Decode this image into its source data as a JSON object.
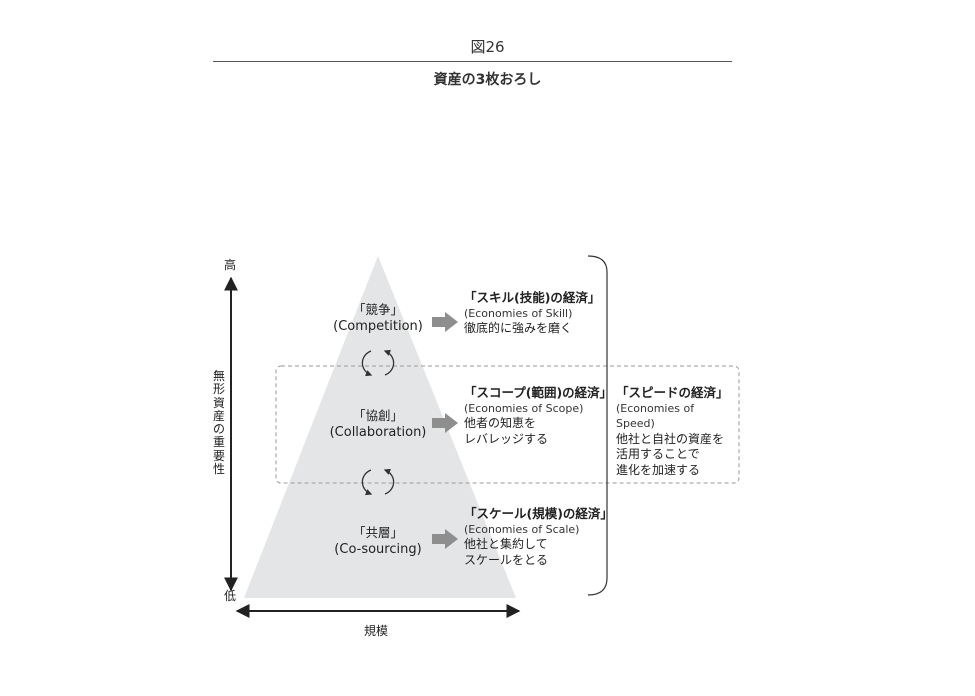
{
  "figure": {
    "number": "図26",
    "title": "資産の3枚おろし"
  },
  "axes": {
    "y_high": "高",
    "y_low": "低",
    "y_label": "無形資産の重要性",
    "x_label": "規模"
  },
  "tiers": [
    {
      "name": "「競争」",
      "english": "(Competition)"
    },
    {
      "name": "「協創」",
      "english": "(Collaboration)"
    },
    {
      "name": "「共層」",
      "english": "(Co-sourcing)"
    }
  ],
  "economies": [
    {
      "heading": "「スキル(技能)の経済」",
      "english": "(Economies of Skill)",
      "desc": [
        "徹底的に強みを磨く"
      ]
    },
    {
      "heading": "「スコープ(範囲)の経済」",
      "english": "(Economies of Scope)",
      "desc": [
        "他者の知恵を",
        "レバレッジする"
      ]
    },
    {
      "heading": "「スケール(規模)の経済」",
      "english": "(Economies of Scale)",
      "desc": [
        "他社と集約して",
        "スケールをとる"
      ]
    }
  ],
  "speed": {
    "heading": "「スピードの経済」",
    "english": "(Economies of Speed)",
    "desc": [
      "他社と自社の資産を",
      "活用することで",
      "進化を加速する"
    ]
  },
  "colors": {
    "triangle": "#e4e5e6",
    "arrow": "#8e8e8e",
    "line": "#333333",
    "dash": "#9a9a9a"
  }
}
